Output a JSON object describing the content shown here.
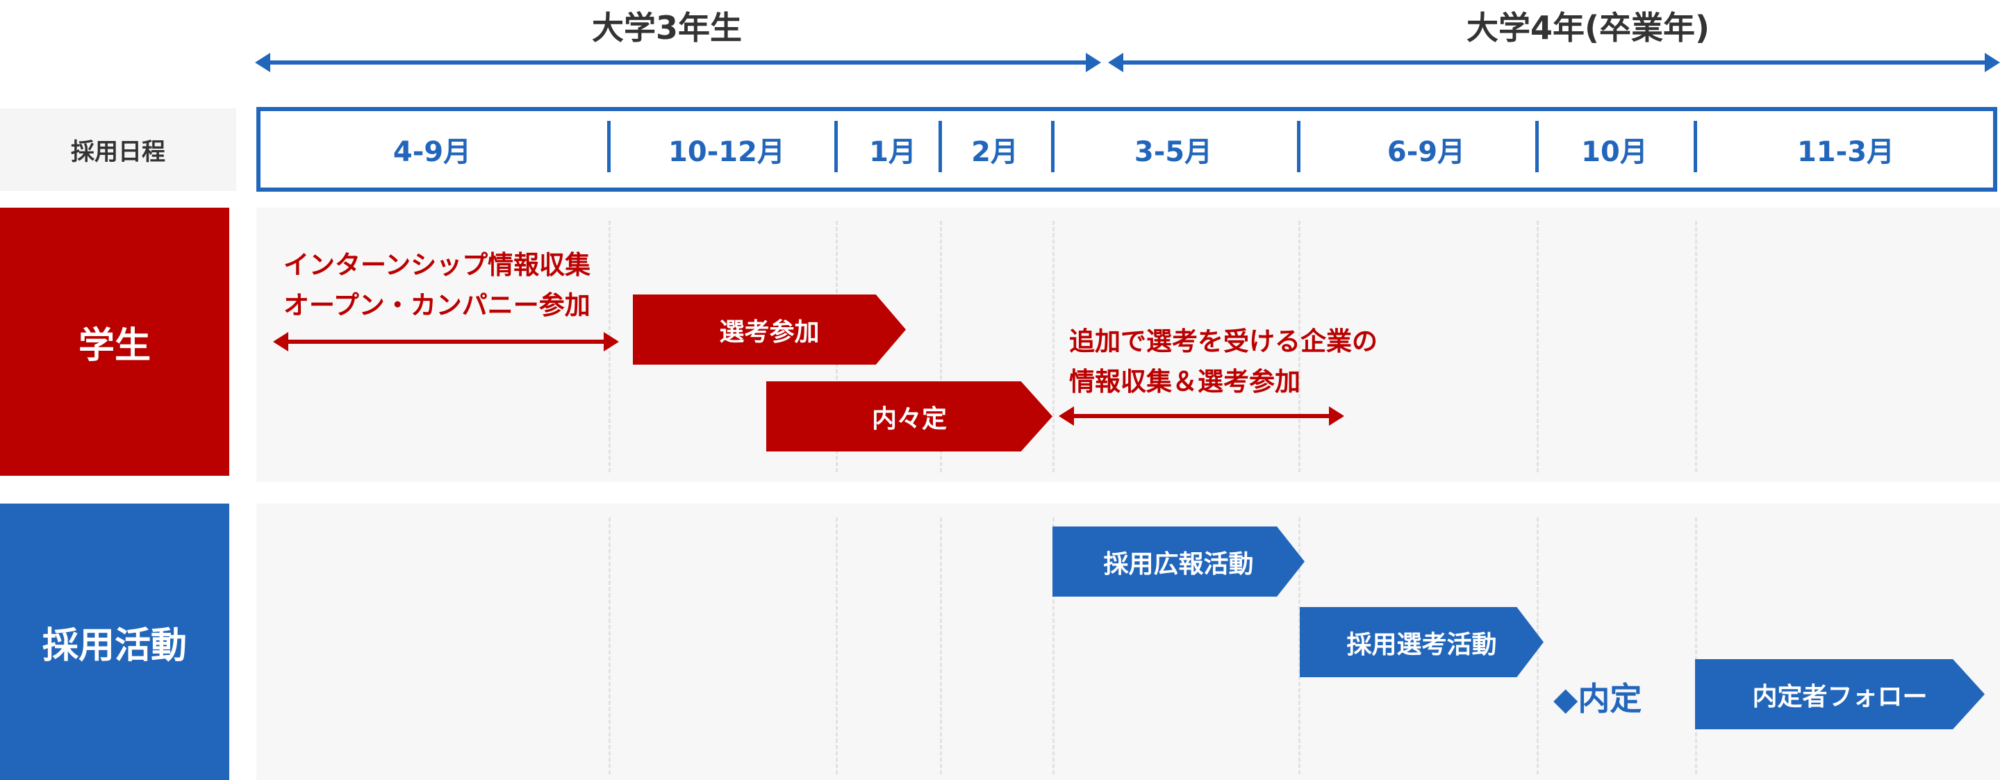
{
  "years": {
    "third": "大学3年生",
    "fourth": "大学4年(卒業年)"
  },
  "schedule": {
    "label": "採用日程",
    "months": [
      "4-9月",
      "10-12月",
      "1月",
      "2月",
      "3-5月",
      "6-9月",
      "10月",
      "11-3月"
    ]
  },
  "student": {
    "label": "学生",
    "internship_text": [
      "インターンシップ情報収集",
      "オープン・カンパニー参加"
    ],
    "selection": "選考参加",
    "offer": "内々定",
    "additional_text": [
      "追加で選考を受ける企業の",
      "情報収集＆選考参加"
    ]
  },
  "recruitment": {
    "label": "採用活動",
    "pr": "採用広報活動",
    "selection": "採用選考活動",
    "offer": "◆内定",
    "follow": "内定者フォロー"
  },
  "colors": {
    "red": "#bb0000",
    "blue": "#2266bb"
  }
}
